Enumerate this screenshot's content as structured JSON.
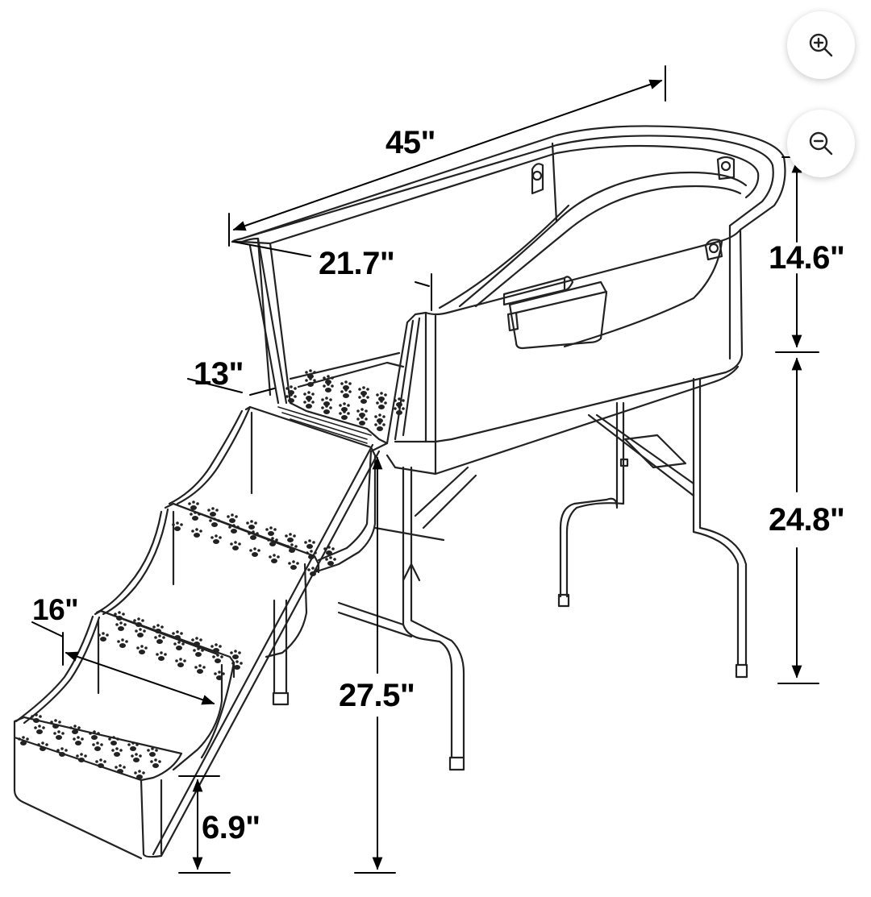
{
  "dimensions": {
    "length": "45\"",
    "width": "21.7\"",
    "step_depth": "13\"",
    "step_width": "16\"",
    "tub_height": "14.6\"",
    "leg_height": "24.8\"",
    "ramp_height": "27.5\"",
    "step_height": "6.9\""
  },
  "controls": {
    "zoom_in_icon": "zoom-in-icon",
    "zoom_out_icon": "zoom-out-icon"
  },
  "colors": {
    "line": "#222222",
    "background": "#ffffff"
  }
}
